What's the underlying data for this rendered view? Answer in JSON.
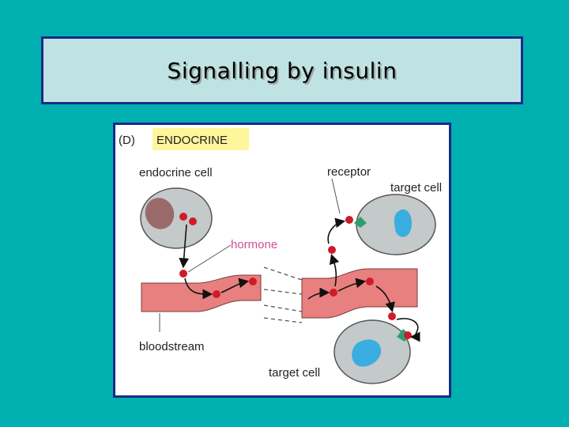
{
  "slide": {
    "title": "Signalling by insulin"
  },
  "figure": {
    "panel_letter": "(D)",
    "panel_title": "ENDOCRINE",
    "labels": {
      "endocrine_cell": "endocrine cell",
      "receptor": "receptor",
      "target_cell_top": "target cell",
      "hormone": "hormone",
      "bloodstream": "bloodstream",
      "target_cell_bottom": "target cell"
    },
    "colors": {
      "background": "#00b0b0",
      "title_box": "#bfe3e3",
      "border": "#1a2a8a",
      "cell": "#c4c9c9",
      "nucleus_endocrine": "#9a6a6a",
      "nucleus_target": "#3aaee0",
      "bloodstream": "#e88080",
      "hormone": "#d01a2a",
      "receptor": "#2aa070",
      "panel_highlight": "#fff59a"
    }
  }
}
